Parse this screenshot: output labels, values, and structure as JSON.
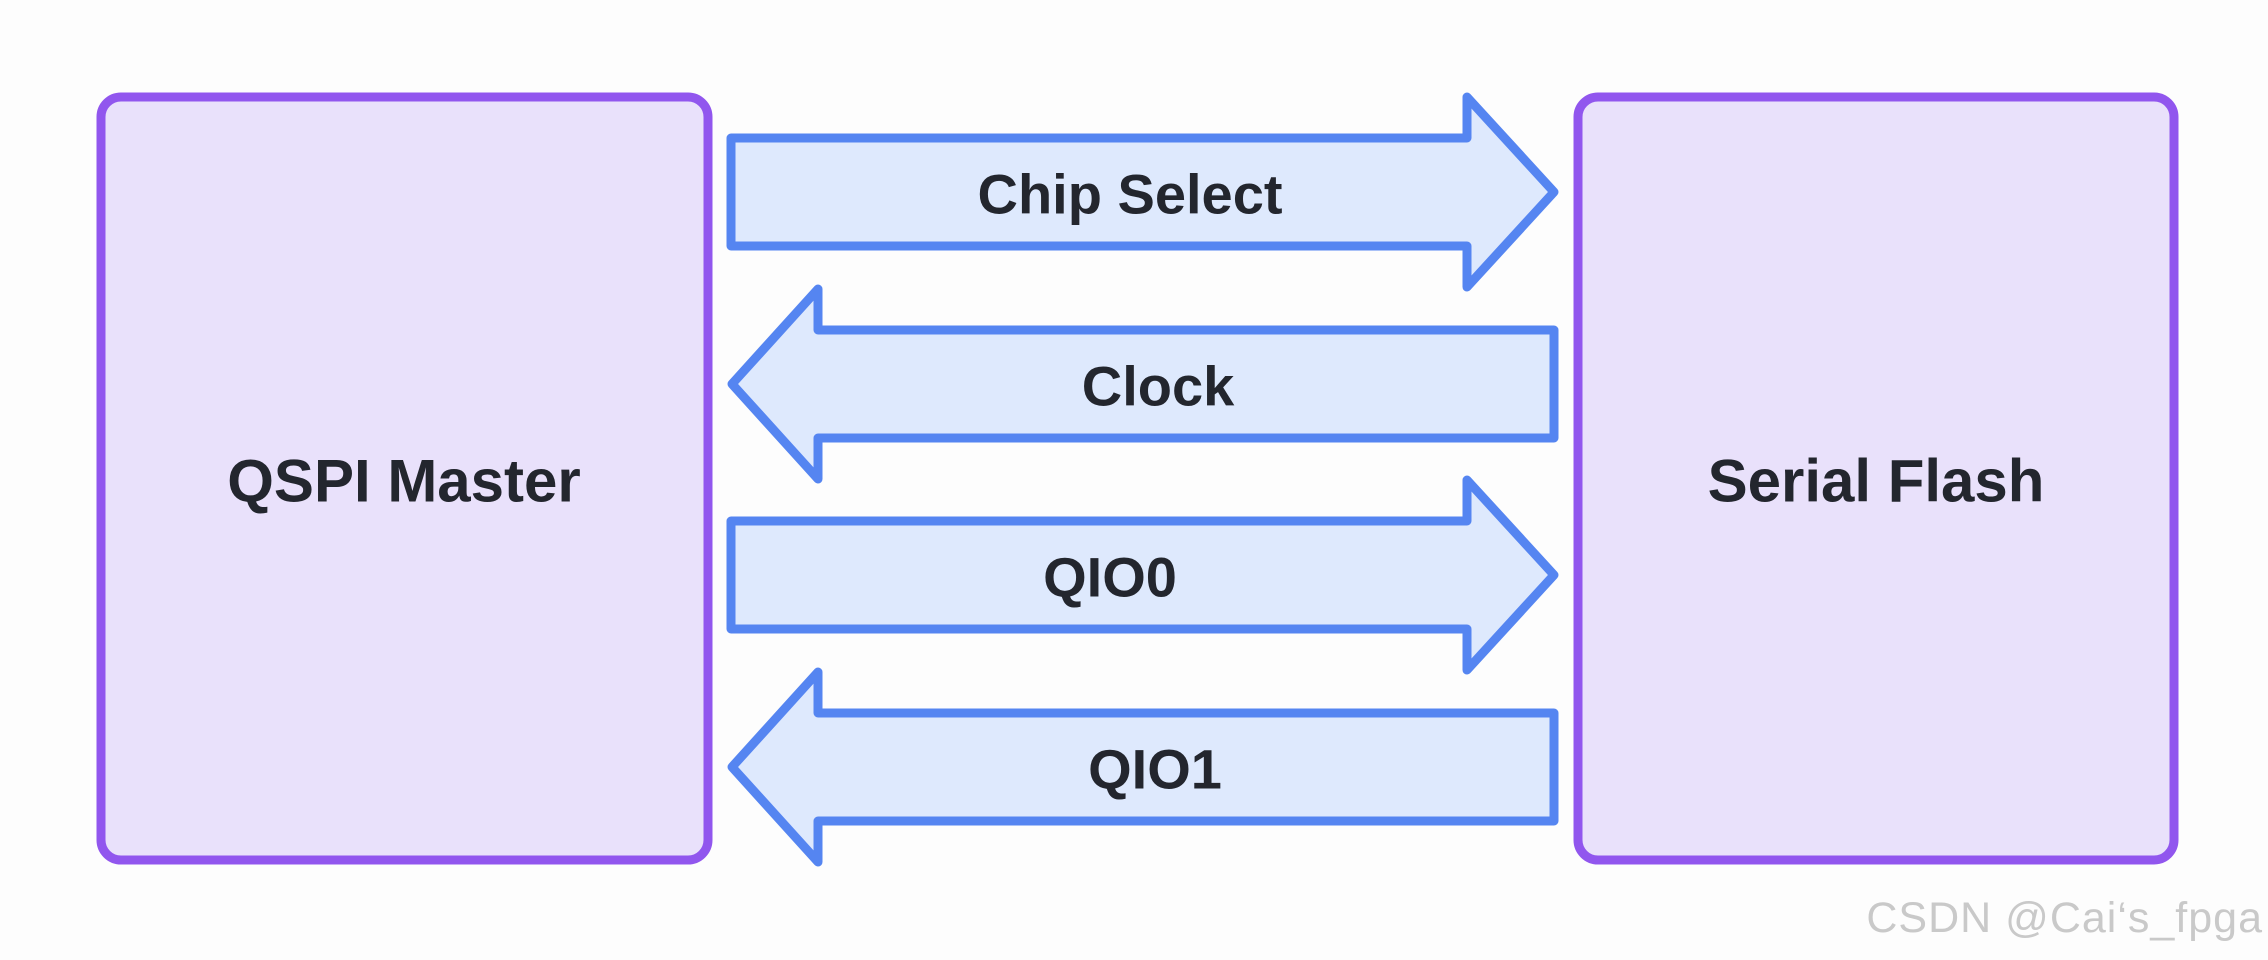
{
  "diagram": {
    "nodes": [
      {
        "id": "qspi-master",
        "label": "QSPI Master"
      },
      {
        "id": "serial-flash",
        "label": "Serial Flash"
      }
    ],
    "signals": [
      {
        "label": "Chip Select",
        "direction": "right",
        "from": "QSPI Master",
        "to": "Serial Flash"
      },
      {
        "label": "Clock",
        "direction": "left",
        "from": "Serial Flash",
        "to": "QSPI Master"
      },
      {
        "label": "QIO0",
        "direction": "right",
        "from": "QSPI Master",
        "to": "Serial Flash"
      },
      {
        "label": "QIO1",
        "direction": "left",
        "from": "Serial Flash",
        "to": "QSPI Master"
      }
    ],
    "colors": {
      "background": "#fdfdfd",
      "node_fill": "#e9e1fb",
      "node_stroke": "#9156ee",
      "arrow_fill": "#dee9fd",
      "arrow_stroke": "#5585f1",
      "label_text": "#23262e",
      "watermark_text": "#c9c9c9"
    }
  },
  "watermark": {
    "text": "CSDN @Cai‘s_fpga"
  }
}
